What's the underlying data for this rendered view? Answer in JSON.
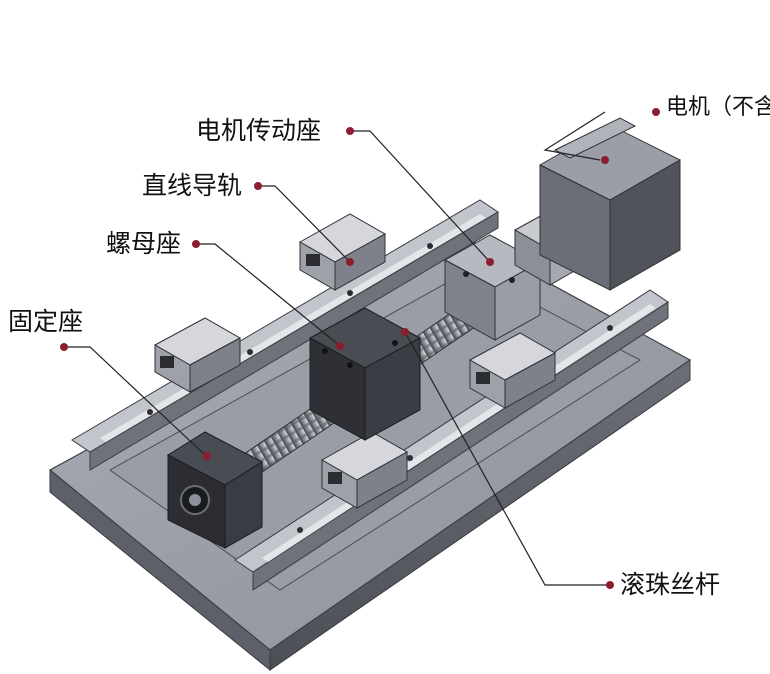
{
  "labels": {
    "motor_seat": "电机传动座",
    "linear_rail": "直线导轨",
    "nut_seat": "螺母座",
    "fixed_seat": "固定座",
    "motor": "电机（不含）",
    "ball_screw": "滚珠丝杆"
  },
  "colors": {
    "marker": "#8c1d2e",
    "leader": "#222222",
    "steel_dark": "#2c2e34",
    "steel_mid": "#7c7f88",
    "steel_light": "#b9bcc3"
  }
}
